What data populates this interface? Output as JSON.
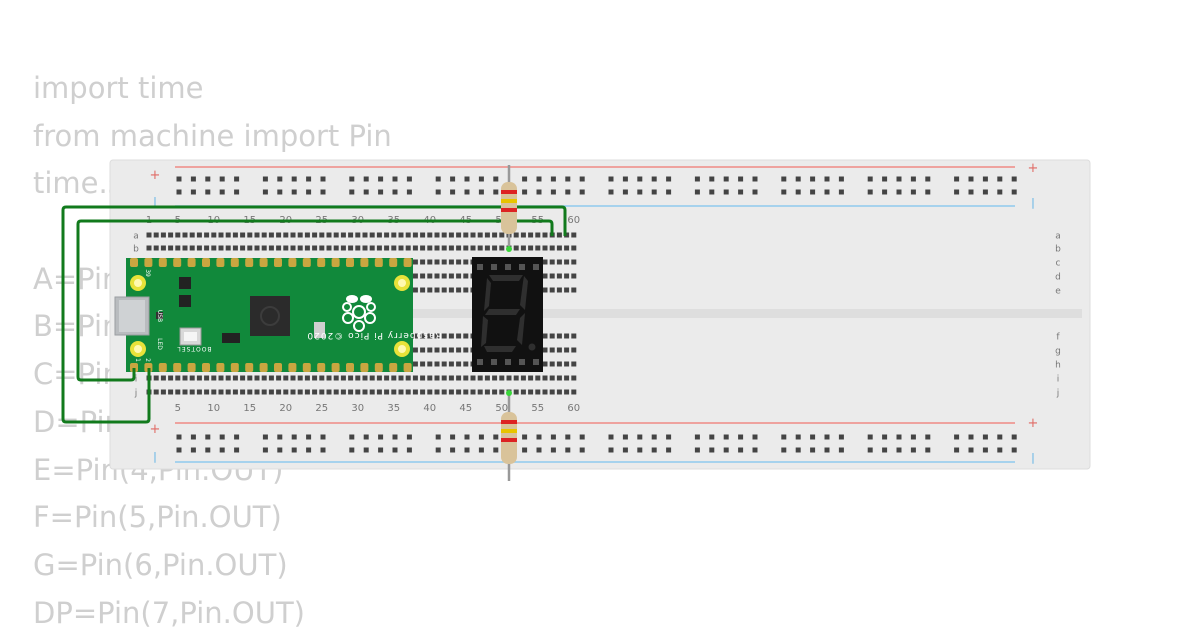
{
  "code_lines": [
    "import time",
    "from machine import Pin",
    "time.sleep(0.1)",
    "",
    "A=Pin(0,Pin.OUT)",
    "B=Pin(1,Pin.OUT)",
    "C=Pin(2,Pin.OUT)",
    "D=Pin(3,Pin.OUT)",
    "E=Pin(4,Pin.OUT)",
    "F=Pin(5,Pin.OUT)",
    "G=Pin(6,Pin.OUT)",
    "DP=Pin(7,Pin.OUT)"
  ],
  "breadboard": {
    "columns": 60,
    "column_labels": [
      "1",
      "5",
      "10",
      "15",
      "20",
      "25",
      "30",
      "35",
      "40",
      "45",
      "50",
      "55",
      "60"
    ],
    "column_label_values": [
      1,
      5,
      10,
      15,
      20,
      25,
      30,
      35,
      40,
      45,
      50,
      55,
      60
    ],
    "row_labels_top": [
      "a",
      "b",
      "c",
      "d",
      "e"
    ],
    "row_labels_bottom": [
      "f",
      "g",
      "h",
      "i",
      "j"
    ],
    "plus": "+",
    "minus": "|",
    "rail_red": "#f08a84",
    "rail_blue": "#8fc9ee"
  },
  "pico": {
    "board_label": "Raspberry Pi Pico ©2020",
    "bootsel": "BOOTSEL",
    "usb": "USB",
    "led": "LED",
    "pin1": "1",
    "pin2": "2",
    "pin39": "39",
    "board_color": "#11893b"
  },
  "display": {
    "type": "7-segment",
    "digit_color": "#2f2f2f"
  },
  "resistor_bands": [
    "#d22",
    "#e8c400",
    "#d22"
  ],
  "wire_color": "#117a1c"
}
